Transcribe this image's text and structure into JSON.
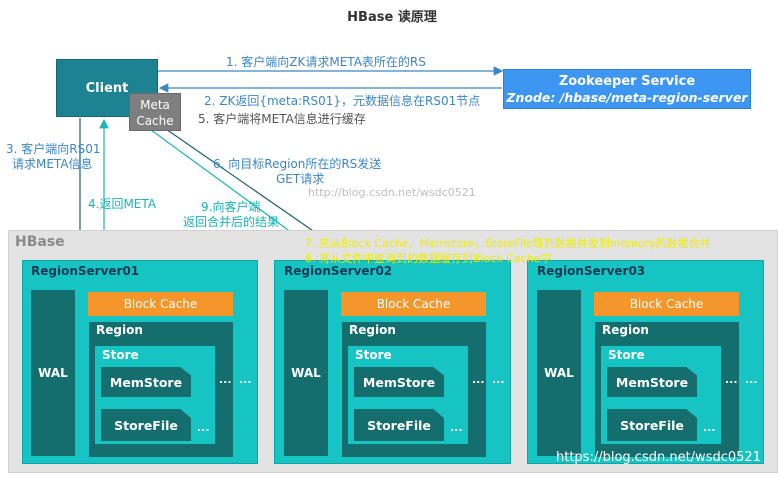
{
  "title": "HBase 读原理",
  "client": "Client",
  "meta_cache": [
    "Meta",
    "Cache"
  ],
  "zookeeper": {
    "name": "Zookeeper Service",
    "znode": "Znode: /hbase/meta-region-server"
  },
  "steps": {
    "s1": "1. 客户端向ZK请求META表所在的RS",
    "s2": "2. ZK返回{meta:RS01}，元数据信息在RS01节点",
    "s5": "5. 客户端将META信息进行缓存",
    "s3": [
      "3. 客户端向RS01",
      "请求META信息"
    ],
    "s4": "4.返回META",
    "s6": [
      "6. 向目标Region所在的RS发送",
      "GET请求"
    ],
    "s9": [
      "9.向客户端",
      "返回合并后的结果"
    ],
    "s7": "7. 先从Block Cache，Memstore，StoreFile等到数据并发到memory的数据合并",
    "s8": "8. 将从文件中查询到的数据缓存到Block Cache中"
  },
  "hbase_label": "HBase",
  "region_servers": [
    {
      "name": "RegionServer01",
      "wal": "WAL",
      "block_cache": "Block Cache",
      "region": "Region",
      "store": "Store",
      "memstore": "MemStore",
      "storefile": "StoreFile",
      "dots": "..."
    },
    {
      "name": "RegionServer02",
      "wal": "WAL",
      "block_cache": "Block Cache",
      "region": "Region",
      "store": "Store",
      "memstore": "MemStore",
      "storefile": "StoreFile",
      "dots": "..."
    },
    {
      "name": "RegionServer03",
      "wal": "WAL",
      "block_cache": "Block Cache",
      "region": "Region",
      "store": "Store",
      "memstore": "MemStore",
      "storefile": "StoreFile",
      "dots": "..."
    }
  ],
  "watermark_mid": "http://blog.csdn.net/wsdc0521",
  "watermark_bottom": "https://blog.csdn.net/wsdc0521",
  "colors": {
    "client": "#1d8392",
    "zookeeper": "#3d97f2",
    "region_server": "#16c4c4",
    "dark": "#146e6e",
    "block_cache": "#f5962b",
    "meta_cache": "#7f7f7f"
  }
}
